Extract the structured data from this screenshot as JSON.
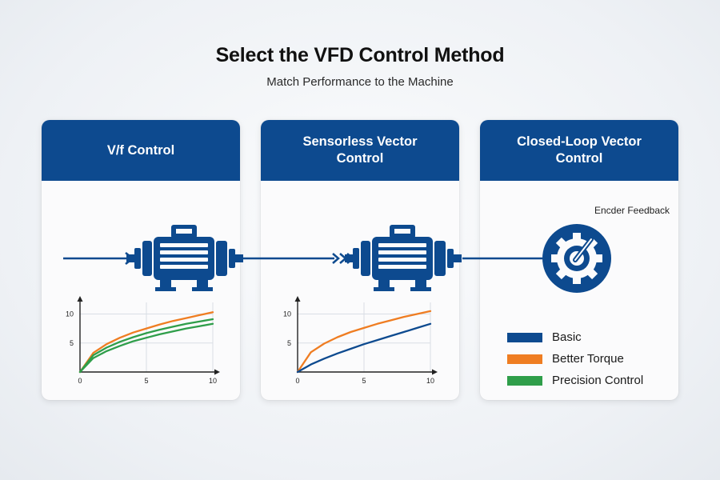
{
  "header": {
    "title": "Select the VFD Control Method",
    "subtitle": "Match Performance to the Machine"
  },
  "cards": [
    {
      "title": "V/f Control"
    },
    {
      "title": "Sensorless Vector Control"
    },
    {
      "title": "Closed-Loop Vector Control"
    }
  ],
  "encoder_label": "Encder Feedback",
  "legend": [
    {
      "label": "Basic",
      "color": "#0d4a8f"
    },
    {
      "label": "Better Torque",
      "color": "#ef7d22"
    },
    {
      "label": "Precision Control",
      "color": "#2f9e4a"
    }
  ],
  "icons": [
    "motor-icon",
    "motor-icon",
    "gear-encoder-icon"
  ],
  "chart_data": [
    {
      "type": "line",
      "xlim": [
        0,
        10
      ],
      "ylim": [
        0,
        12
      ],
      "xticks": [
        0,
        5,
        10
      ],
      "yticks": [
        5,
        10
      ],
      "series": [
        {
          "color": "#ef7d22",
          "x": [
            0,
            1,
            2,
            3,
            4,
            5,
            6,
            7,
            8,
            9,
            10
          ],
          "values": [
            0,
            3.3,
            4.8,
            5.9,
            6.8,
            7.5,
            8.2,
            8.8,
            9.3,
            9.8,
            10.3
          ]
        },
        {
          "color": "#2f9e4a",
          "x": [
            0,
            1,
            2,
            3,
            4,
            5,
            6,
            7,
            8,
            9,
            10
          ],
          "values": [
            0,
            2.9,
            4.2,
            5.2,
            6.0,
            6.7,
            7.3,
            7.8,
            8.3,
            8.7,
            9.1
          ]
        },
        {
          "color": "#2f9e4a",
          "x": [
            0,
            1,
            2,
            3,
            4,
            5,
            6,
            7,
            8,
            9,
            10
          ],
          "values": [
            0,
            2.4,
            3.6,
            4.5,
            5.3,
            5.9,
            6.5,
            7.0,
            7.5,
            7.9,
            8.3
          ]
        }
      ]
    },
    {
      "type": "line",
      "xlim": [
        0,
        10
      ],
      "ylim": [
        0,
        12
      ],
      "xticks": [
        0,
        5,
        10
      ],
      "yticks": [
        5,
        10
      ],
      "series": [
        {
          "color": "#ef7d22",
          "x": [
            0,
            1,
            2,
            3,
            4,
            5,
            6,
            7,
            8,
            9,
            10
          ],
          "values": [
            0,
            3.4,
            4.9,
            6.0,
            6.9,
            7.6,
            8.3,
            8.9,
            9.5,
            10.0,
            10.5
          ]
        },
        {
          "color": "#0d4a8f",
          "x": [
            0,
            1,
            2,
            3,
            4,
            5,
            6,
            7,
            8,
            9,
            10
          ],
          "values": [
            0,
            1.3,
            2.3,
            3.2,
            4.0,
            4.8,
            5.5,
            6.2,
            6.9,
            7.6,
            8.3
          ]
        }
      ]
    }
  ]
}
